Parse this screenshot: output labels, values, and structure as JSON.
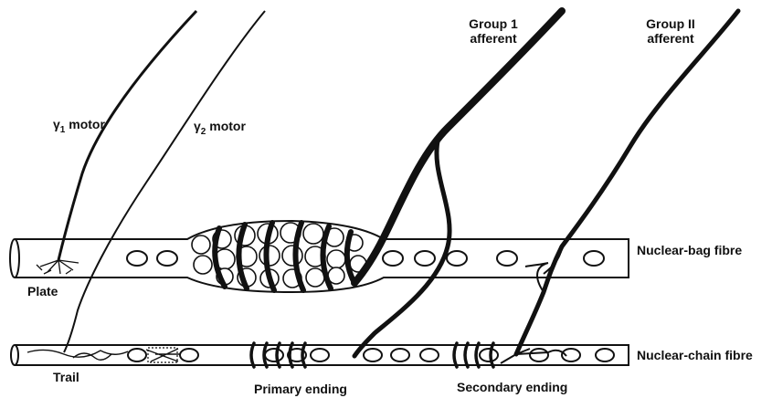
{
  "labels": {
    "gamma1": {
      "greek": "γ",
      "sub": "1",
      "text": "motor"
    },
    "gamma2": {
      "greek": "γ",
      "sub": "2",
      "text": "motor"
    },
    "group1": {
      "line1": "Group 1",
      "line2": "afferent"
    },
    "group2": {
      "line1": "Group II",
      "line2": "afferent"
    },
    "bag_fibre": "Nuclear-bag fibre",
    "chain_fibre": "Nuclear-chain fibre",
    "plate": "Plate",
    "trail": "Trail",
    "primary_ending": "Primary ending",
    "secondary_ending": "Secondary ending"
  }
}
